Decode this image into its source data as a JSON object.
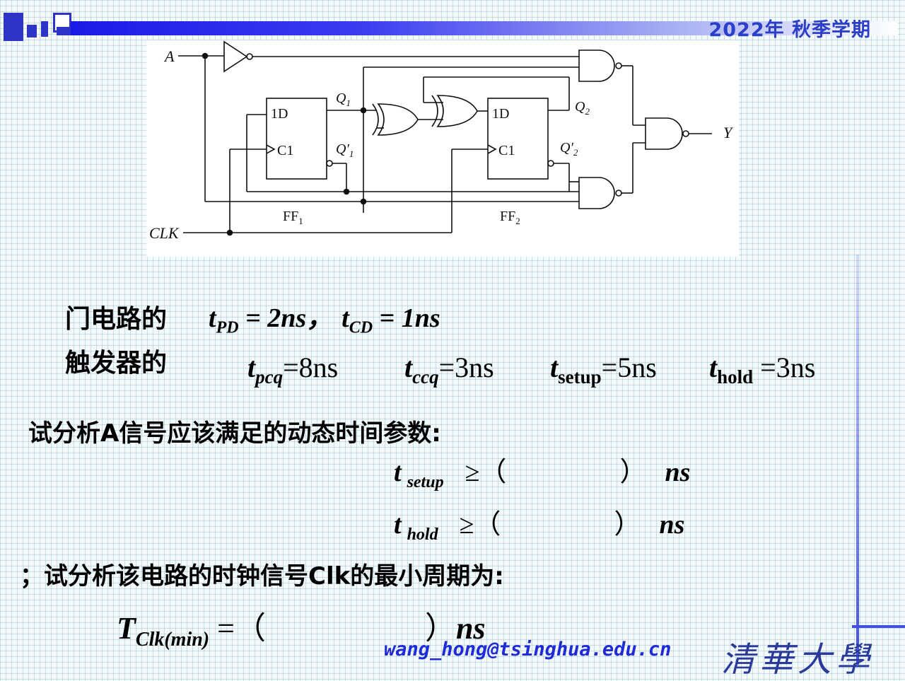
{
  "header": {
    "semester": "2022年  秋季学期"
  },
  "circuit": {
    "labels": {
      "input_a": "A",
      "clk": "CLK",
      "output_y": "Y",
      "ff1_d": "1D",
      "ff1_c": "C1",
      "ff2_d": "1D",
      "ff2_c": "C1",
      "q1": "Q",
      "q1_sub": "1",
      "q1n": "Q′",
      "q1n_sub": "1",
      "q2": "Q",
      "q2_sub": "2",
      "q2n": "Q′",
      "q2n_sub": "2",
      "ff1": "FF",
      "ff1_sub": "1",
      "ff2": "FF",
      "ff2_sub": "2"
    }
  },
  "gate_params": {
    "label": "门电路的",
    "tpd_t": "t",
    "tpd_sub": "PD",
    "tpd_val": " = 2ns，",
    "tcd_t": "t",
    "tcd_sub": "CD",
    "tcd_val": " = 1ns"
  },
  "ff_params": {
    "label": "触发器的",
    "items": [
      {
        "t": "t",
        "sub": "pcq",
        "val": "=8ns"
      },
      {
        "t": "t",
        "sub": "ccq",
        "val": "=3ns"
      },
      {
        "t": "t",
        "sub": "setup",
        "val": "=5ns"
      },
      {
        "t": "t",
        "sub": "hold",
        "val": " =3ns"
      }
    ]
  },
  "question1": {
    "text": "试分析A信号应该满足的动态时间参数:",
    "setup_t": "t",
    "setup_sub": "setup",
    "setup_rel": "≥（",
    "setup_close": "）",
    "setup_unit": "ns",
    "hold_t": "t",
    "hold_sub": "hold",
    "hold_rel": "≥（",
    "hold_close": "）",
    "hold_unit": "ns"
  },
  "question2": {
    "text": "；试分析该电路的时钟信号Clk的最小周期为:",
    "T": "T",
    "T_sub": "Clk(min)",
    "rel": " =（",
    "close": "）",
    "unit": "ns"
  },
  "footer": {
    "email": "wang_hong@tsinghua.edu.cn",
    "university": "清華大學"
  },
  "colors": {
    "accent": "#2c3fc9",
    "email": "#1f2bd6"
  }
}
